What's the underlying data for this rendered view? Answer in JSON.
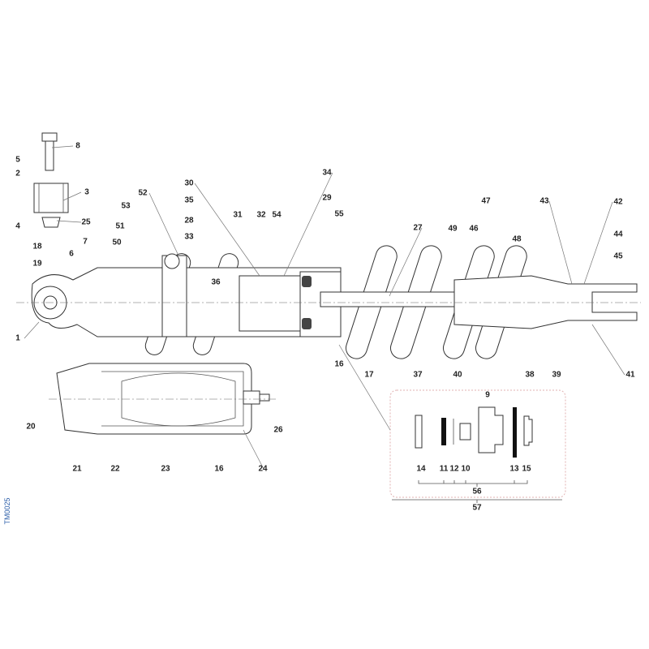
{
  "diagram_code": "TM0025",
  "callouts": [
    "8",
    "5",
    "2",
    "3",
    "4",
    "25",
    "18",
    "19",
    "6",
    "7",
    "1",
    "52",
    "53",
    "51",
    "50",
    "30",
    "35",
    "28",
    "33",
    "36",
    "31",
    "32",
    "54",
    "34",
    "29",
    "55",
    "27",
    "49",
    "47",
    "46",
    "48",
    "43",
    "42",
    "44",
    "45",
    "16",
    "17",
    "37",
    "40",
    "38",
    "39",
    "41",
    "20",
    "21",
    "22",
    "23",
    "16",
    "24",
    "26",
    "9",
    "14",
    "11",
    "12",
    "10",
    "13",
    "15",
    "56",
    "57"
  ],
  "colors": {
    "line": "#333333",
    "seal": "#111111",
    "inset_border": "#e0b0b0",
    "code": "#2a5da8"
  }
}
